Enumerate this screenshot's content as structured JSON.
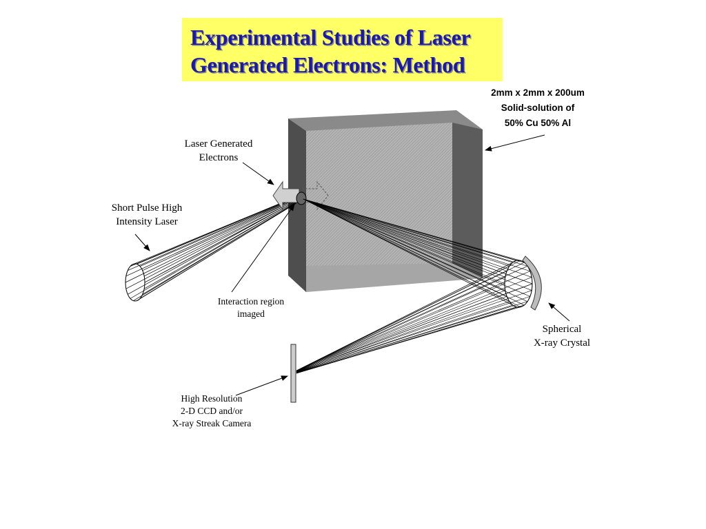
{
  "title": {
    "line1": "Experimental Studies of Laser",
    "line2": "Generated Electrons: Method"
  },
  "labels": {
    "target": [
      "2mm x 2mm x 200um",
      "Solid-solution of",
      "50% Cu 50% Al"
    ],
    "electrons": [
      "Laser Generated",
      "Electrons"
    ],
    "laser": [
      "Short Pulse High",
      "Intensity Laser"
    ],
    "interaction": [
      "Interaction region",
      "imaged"
    ],
    "crystal": [
      "Spherical",
      "X-ray Crystal"
    ],
    "detector": [
      "High Resolution",
      "2-D CCD and/or",
      "X-ray Streak Camera"
    ]
  },
  "colors": {
    "title_bg": "#ffff66",
    "title_text": "#1a1aa6",
    "target_front": "#a8a8a8",
    "target_side": "#5a5a5a",
    "target_top": "#8a8a8a"
  }
}
